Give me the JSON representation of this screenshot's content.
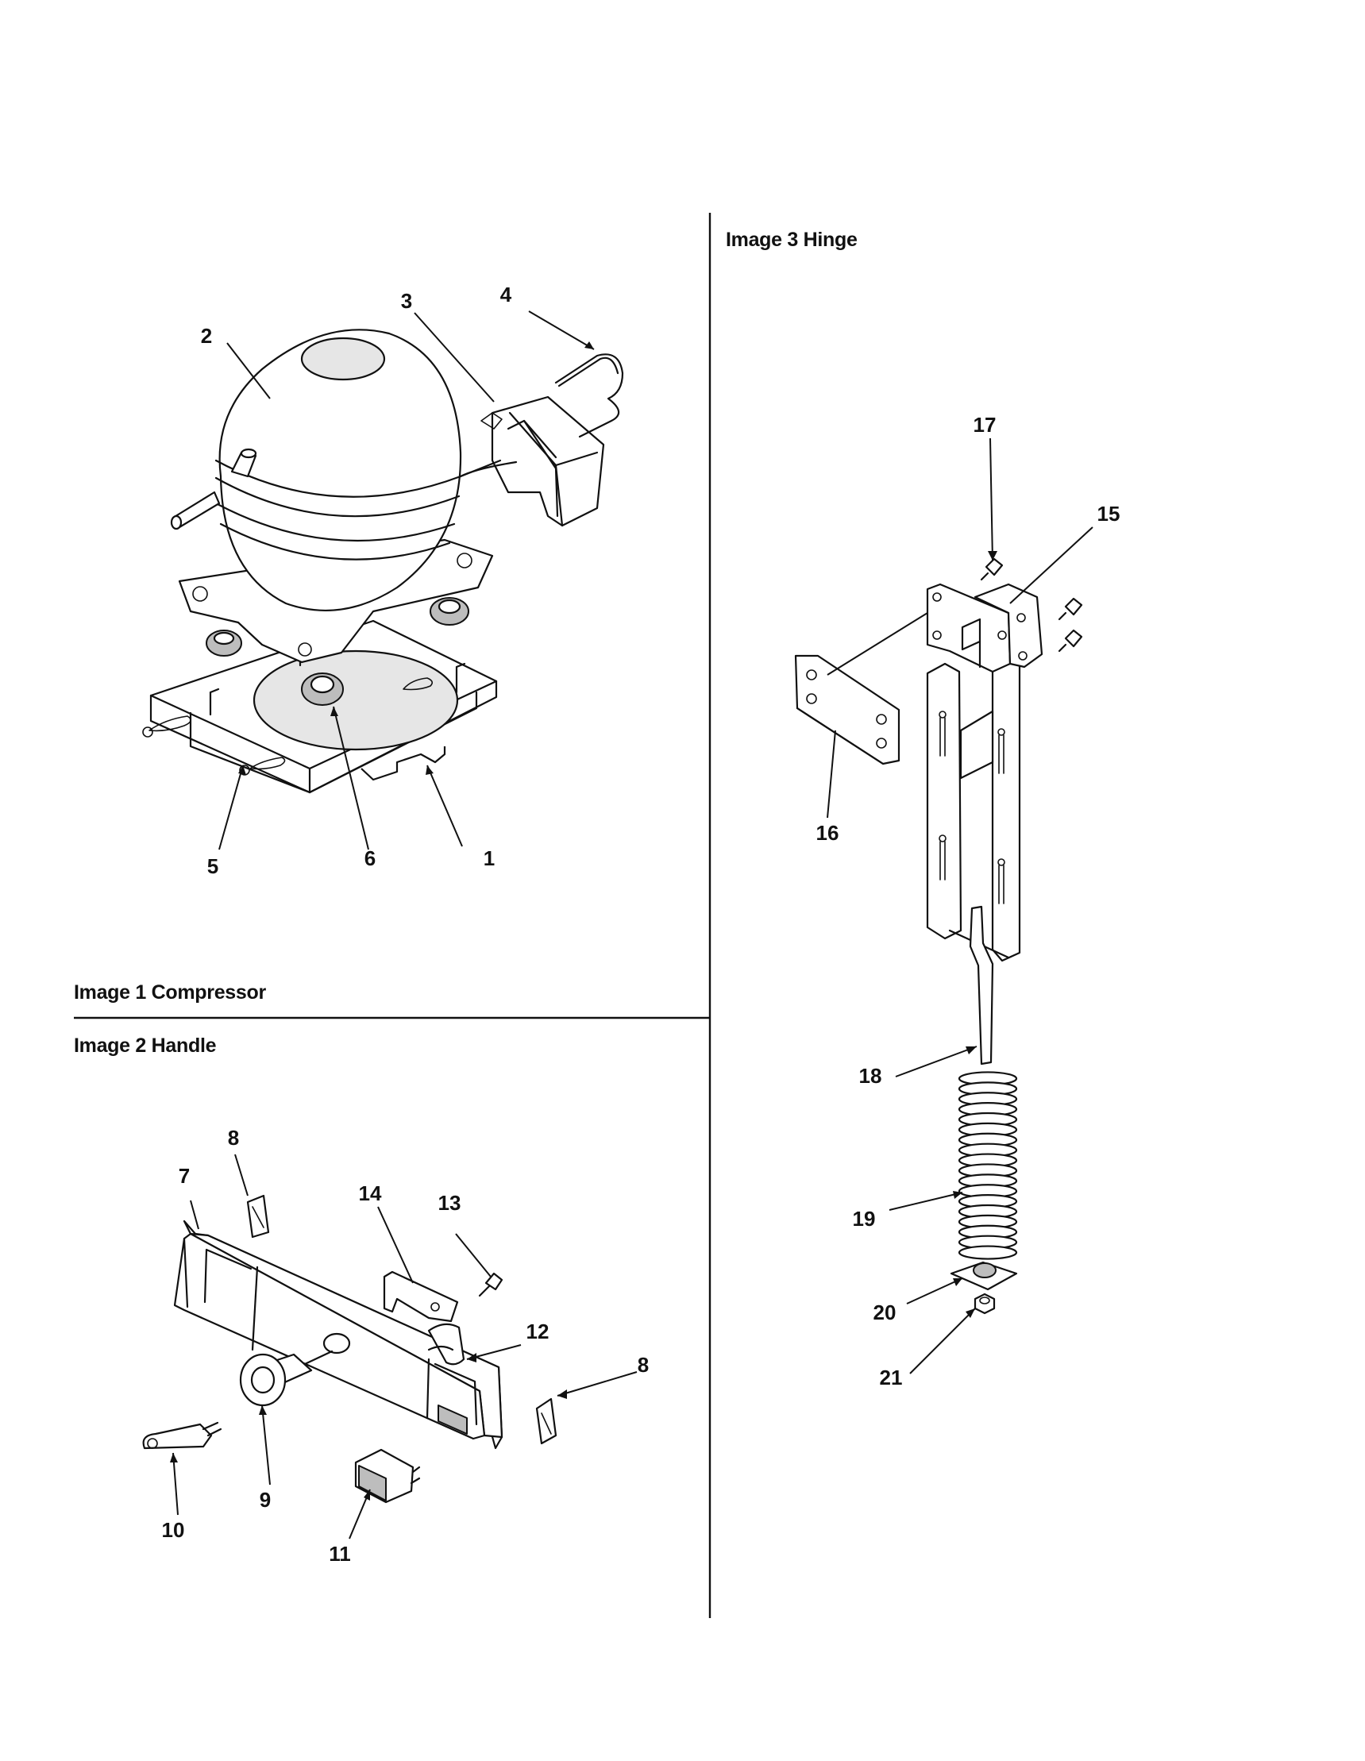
{
  "sections": {
    "compressor": {
      "title": "Image 1 Compressor"
    },
    "handle": {
      "title": "Image 2 Handle"
    },
    "hinge": {
      "title": "Image 3 Hinge"
    }
  },
  "callouts": [
    {
      "id": "c1",
      "label": "1"
    },
    {
      "id": "c2",
      "label": "2"
    },
    {
      "id": "c3",
      "label": "3"
    },
    {
      "id": "c4",
      "label": "4"
    },
    {
      "id": "c5",
      "label": "5"
    },
    {
      "id": "c6",
      "label": "6"
    },
    {
      "id": "c7",
      "label": "7"
    },
    {
      "id": "c8a",
      "label": "8"
    },
    {
      "id": "c8b",
      "label": "8"
    },
    {
      "id": "c9",
      "label": "9"
    },
    {
      "id": "c10",
      "label": "10"
    },
    {
      "id": "c11",
      "label": "11"
    },
    {
      "id": "c12",
      "label": "12"
    },
    {
      "id": "c13",
      "label": "13"
    },
    {
      "id": "c14",
      "label": "14"
    },
    {
      "id": "c15",
      "label": "15"
    },
    {
      "id": "c16",
      "label": "16"
    },
    {
      "id": "c17",
      "label": "17"
    },
    {
      "id": "c18",
      "label": "18"
    },
    {
      "id": "c19",
      "label": "19"
    },
    {
      "id": "c20",
      "label": "20"
    },
    {
      "id": "c21",
      "label": "21"
    }
  ]
}
